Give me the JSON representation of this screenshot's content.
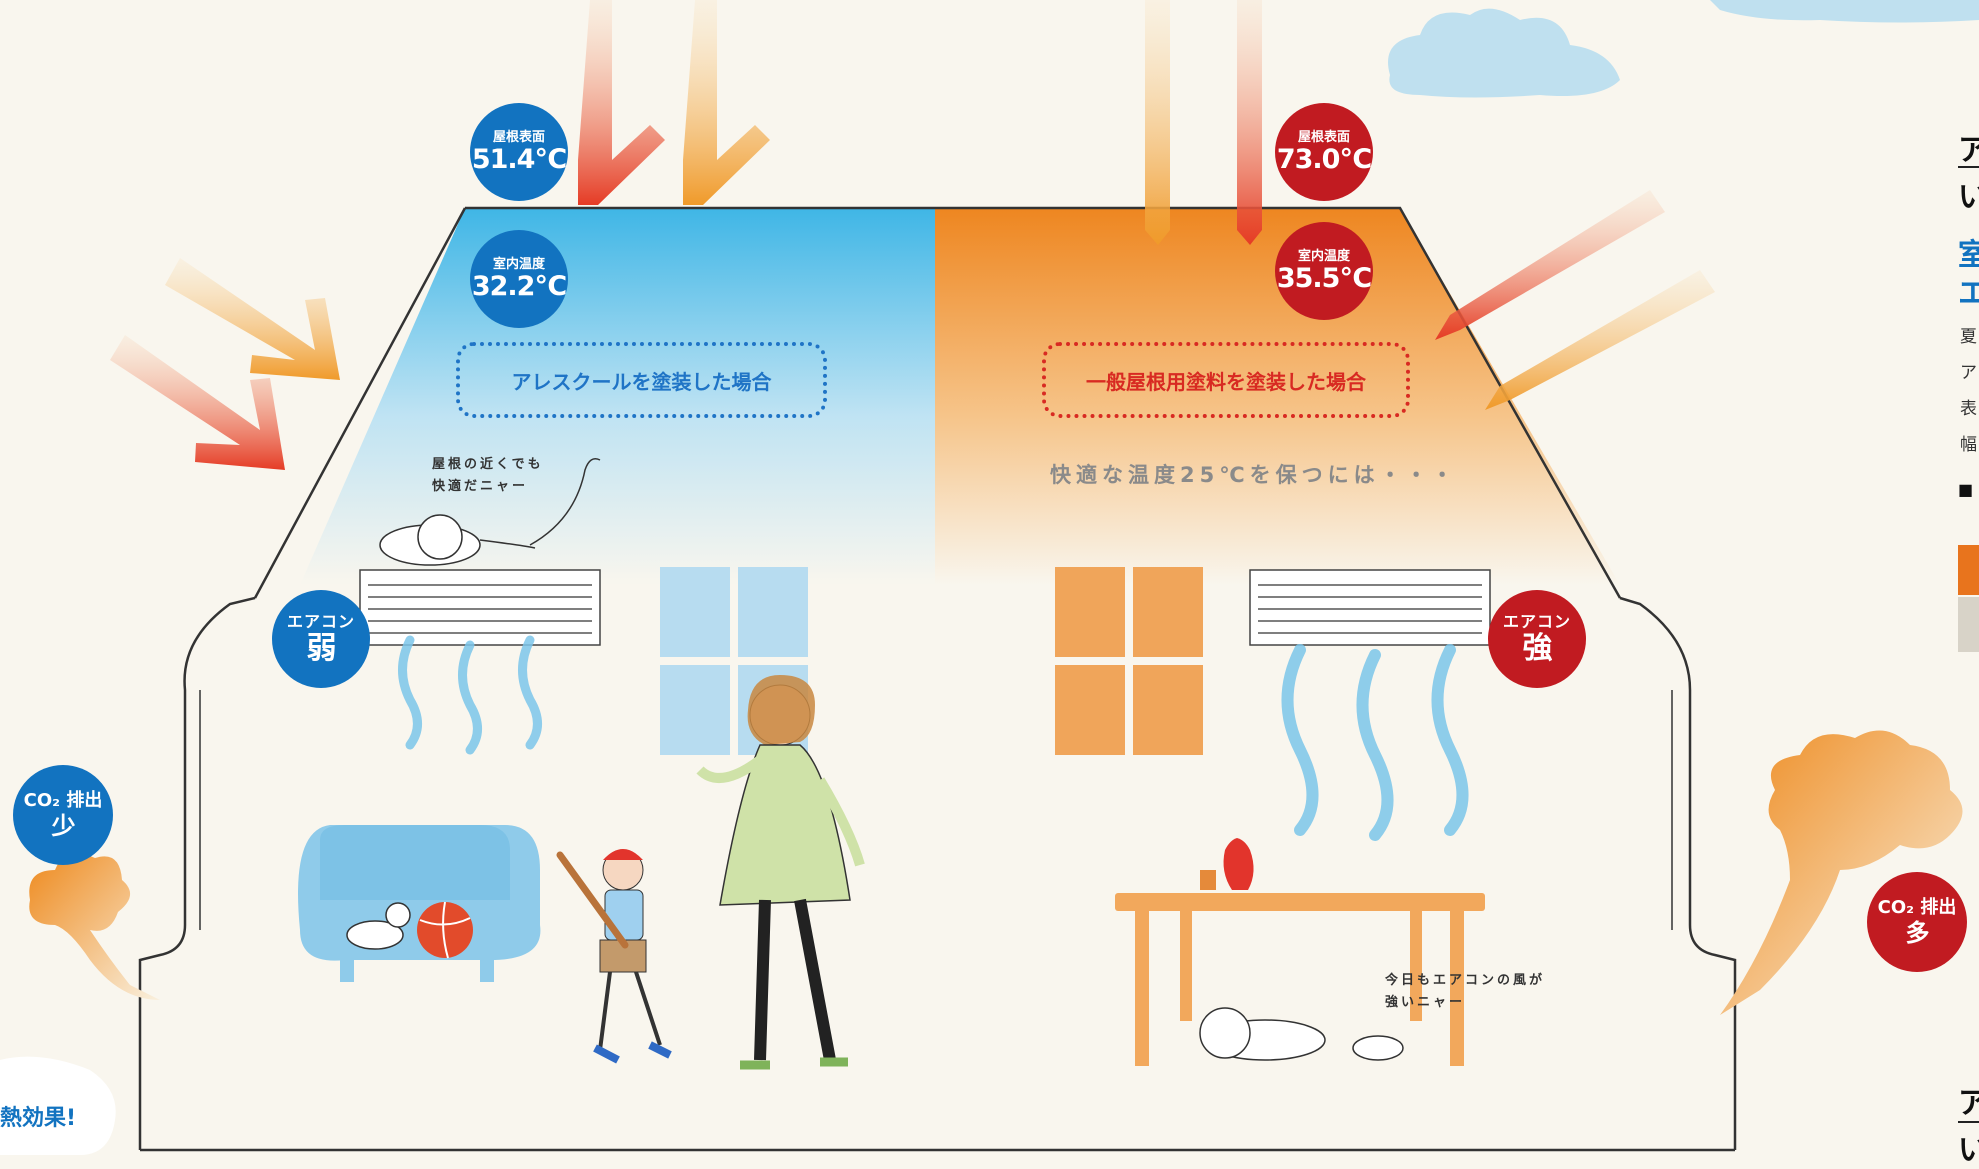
{
  "left": {
    "roof_label": "屋根表面",
    "roof_temp": "51.4℃",
    "room_label": "室内温度",
    "room_temp": "32.2℃",
    "case_label": "アレスクールを塗装した場合",
    "cat_note_1": "屋根の近くでも",
    "cat_note_2": "快適だニャー",
    "ac_label": "エアコン",
    "ac_level": "弱",
    "co2_label": "CO₂ 排出",
    "co2_level": "少",
    "effect_text": "熱効果!"
  },
  "right": {
    "roof_label": "屋根表面",
    "roof_temp": "73.0℃",
    "room_label": "室内温度",
    "room_temp": "35.5℃",
    "case_label": "一般屋根用塗料を塗装した場合",
    "comfort_text": "快適な温度25℃を保つには・・・",
    "ac_label": "エアコン",
    "ac_level": "強",
    "co2_label": "CO₂ 排出",
    "co2_level": "多",
    "cat_note_1": "今日もエアコンの風が",
    "cat_note_2": "強いニャー"
  },
  "right_column_fragments": [
    "ア",
    "い",
    "室",
    "エ",
    "夏",
    "ア",
    "表",
    "幅",
    "■",
    "ア",
    "い"
  ],
  "colors": {
    "blue_badge": "#1273c0",
    "red_badge": "#c11b21",
    "cool_sky": "#3fb6e6",
    "hot_orange": "#ef8a24"
  }
}
